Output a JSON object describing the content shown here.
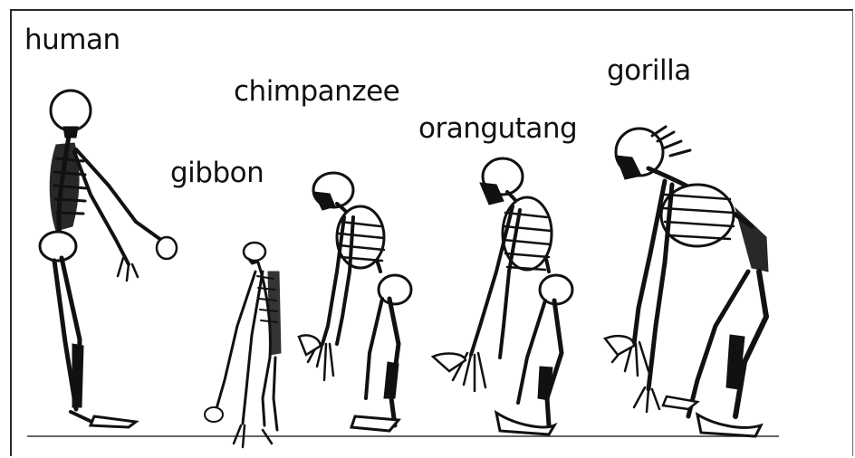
{
  "labels": {
    "human": "human",
    "gibbon": "gibbon",
    "chimpanzee": "chimpanzee",
    "orangutang": "orangutang",
    "gorilla": "gorilla"
  },
  "colors": {
    "ink": "#111111",
    "background": "#ffffff",
    "frame": "#2a2a2a"
  }
}
